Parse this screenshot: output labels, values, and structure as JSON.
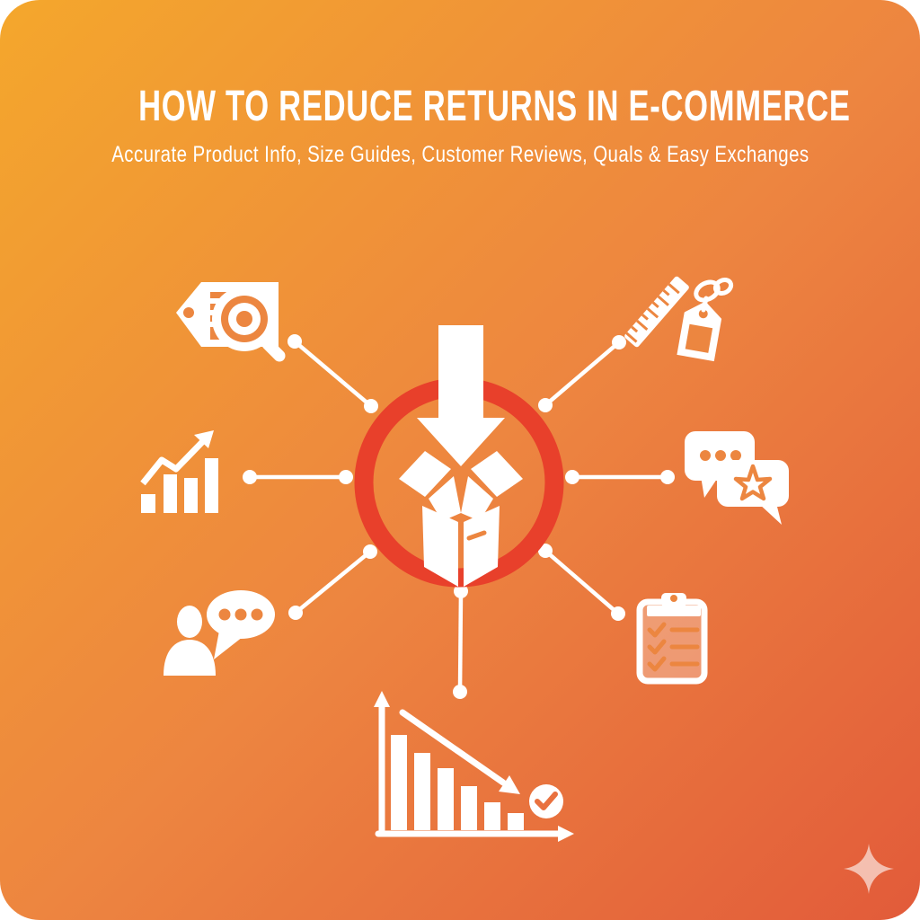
{
  "header": {
    "title": "HOW TO REDUCE RETURNS IN E-COMMERCE",
    "subtitle": "Accurate Product Info, Size Guides, Customer Reviews, Quals & Easy Exchanges"
  },
  "colors": {
    "bg_1": "#F4A72C",
    "bg_2": "#ED8540",
    "bg_3": "#E25B3A",
    "ring_red": "#E8402B",
    "icon_white": "#FFFFFF",
    "icon_accent": "#EC8640",
    "check_accent": "#E9713F"
  },
  "center": {
    "icon": "package-receive-icon"
  },
  "spokes": [
    {
      "icon": "product-info-search-icon",
      "position": "top-left"
    },
    {
      "icon": "size-guide-ruler-tag-icon",
      "position": "top-right"
    },
    {
      "icon": "growth-chart-icon",
      "position": "left"
    },
    {
      "icon": "review-chat-star-icon",
      "position": "right"
    },
    {
      "icon": "customer-support-chat-icon",
      "position": "bottom-left"
    },
    {
      "icon": "quality-checklist-icon",
      "position": "bottom-right"
    },
    {
      "icon": "declining-returns-chart-icon",
      "position": "bottom"
    }
  ],
  "decor": {
    "corner_sparkle": "sparkle-icon"
  }
}
